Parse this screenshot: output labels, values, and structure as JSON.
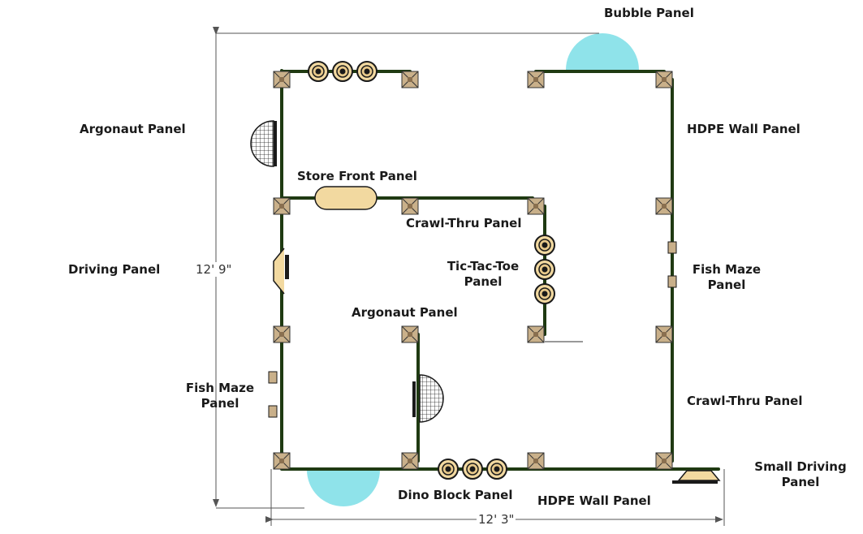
{
  "colors": {
    "wall": "#1f3a12",
    "post_fill": "#c9b08a",
    "post_edge": "#333333",
    "bubble": "#8fe3ea",
    "tan": "#f2d9a0",
    "dome": "#bfe9ef",
    "dimension": "#555555"
  },
  "labels": {
    "bubble_panel": "Bubble Panel",
    "argonaut_panel_left": "Argonaut Panel",
    "hdpe_wall_panel_right": "HDPE Wall Panel",
    "store_front_panel": "Store Front Panel",
    "crawl_thru_panel_inner": "Crawl-Thru Panel",
    "driving_panel": "Driving Panel",
    "tic_tac_toe_line1": "Tic-Tac-Toe",
    "tic_tac_toe_line2": "Panel",
    "fish_maze_right_line1": "Fish Maze",
    "fish_maze_right_line2": "Panel",
    "argonaut_panel_inner": "Argonaut Panel",
    "fish_maze_left_line1": "Fish Maze",
    "fish_maze_left_line2": "Panel",
    "crawl_thru_panel_right": "Crawl-Thru Panel",
    "small_driving_line1": "Small Driving",
    "small_driving_line2": "Panel",
    "dino_block_panel": "Dino Block Panel",
    "hdpe_wall_panel_bottom": "HDPE Wall Panel"
  },
  "dimensions": {
    "height": "12' 9\"",
    "width": "12' 3\""
  }
}
